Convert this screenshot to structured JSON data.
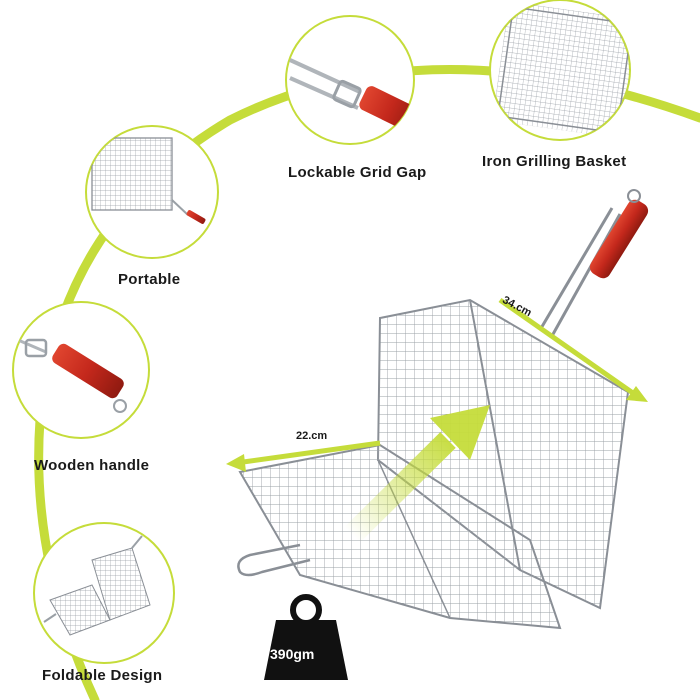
{
  "features": [
    {
      "id": "lockable",
      "label": "Lockable Grid Gap",
      "icon": "grid-lock-clip-icon"
    },
    {
      "id": "iron",
      "label": "Iron Grilling Basket",
      "icon": "wire-grid-icon"
    },
    {
      "id": "portable",
      "label": "Portable",
      "icon": "grill-basket-icon"
    },
    {
      "id": "handle",
      "label": "Wooden handle",
      "icon": "wooden-handle-icon"
    },
    {
      "id": "foldable",
      "label": "Foldable Design",
      "icon": "folded-basket-icon"
    }
  ],
  "dimensions": {
    "length": "34.cm",
    "width": "22.cm"
  },
  "weight": "390gm",
  "colors": {
    "accent": "#c5dc3a",
    "handle": "#c4281c",
    "wire": "#8a8f96",
    "circle_border": "#c5dc3a",
    "arrow": "#c5dc3a"
  }
}
